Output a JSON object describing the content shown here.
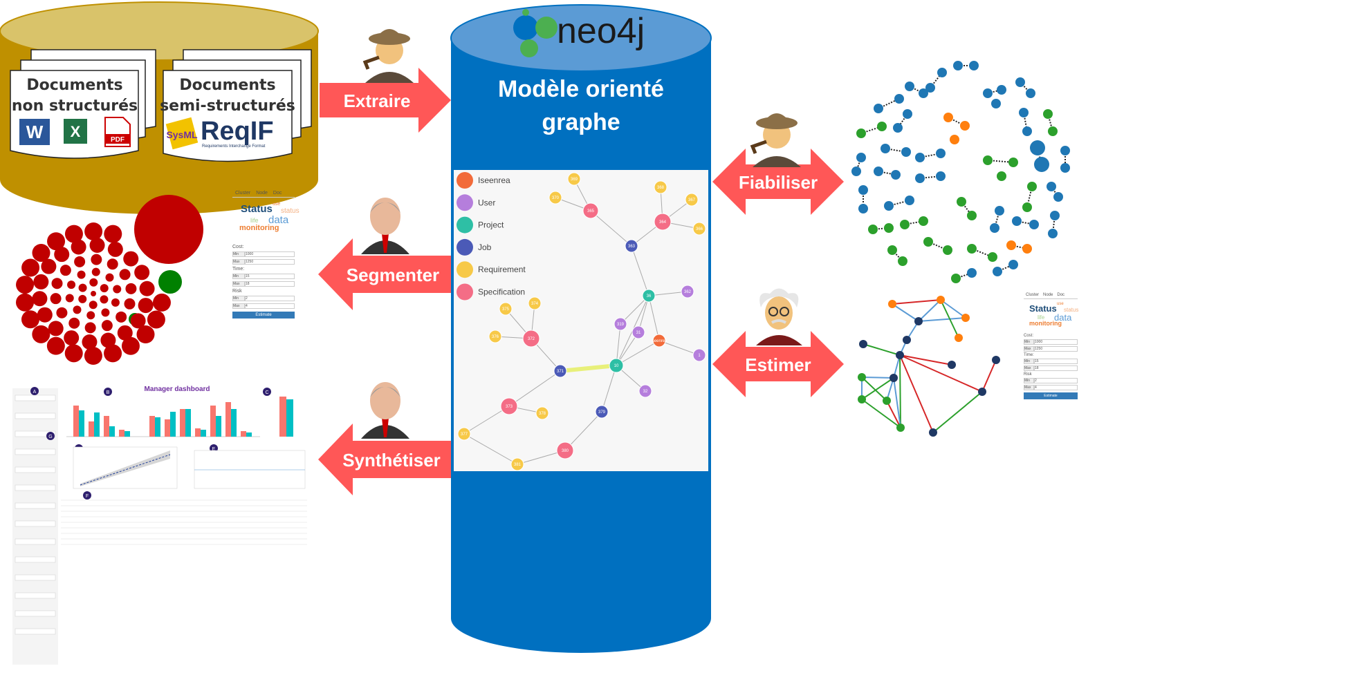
{
  "sources": {
    "unstructured": {
      "line1": "Documents",
      "line2": "non structurés"
    },
    "semistructured": {
      "line1": "Documents",
      "line2": "semi-structurés"
    },
    "icons": [
      "word-icon",
      "excel-icon",
      "pdf-icon",
      "sysml-icon",
      "reqif-icon"
    ],
    "reqif_label": "ReqIF",
    "reqif_sub": "Requirements Interchange Format",
    "pdf_label": "PDF"
  },
  "actions": {
    "extraire": "Extraire",
    "segmenter": "Segmenter",
    "synthetiser": "Synthétiser",
    "fiabiliser": "Fiabiliser",
    "estimer": "Estimer"
  },
  "neo4j": {
    "logo_text": "neo4j",
    "title_line1": "Modèle orienté",
    "title_line2": "graphe"
  },
  "legend": [
    {
      "label": "Iseenrea",
      "color": "#f26b3a"
    },
    {
      "label": "User",
      "color": "#b57edc"
    },
    {
      "label": "Project",
      "color": "#2ebfa5"
    },
    {
      "label": "Job",
      "color": "#4b5ab7"
    },
    {
      "label": "Requirement",
      "color": "#f7c948"
    },
    {
      "label": "Specification",
      "color": "#f46d86"
    }
  ],
  "graph_nodes": [
    {
      "id": "369",
      "type": "Requirement"
    },
    {
      "id": "370",
      "type": "Requirement"
    },
    {
      "id": "365",
      "type": "Specification"
    },
    {
      "id": "368",
      "type": "Requirement"
    },
    {
      "id": "367",
      "type": "Requirement"
    },
    {
      "id": "364",
      "type": "Specification"
    },
    {
      "id": "366",
      "type": "Requirement"
    },
    {
      "id": "363",
      "type": "Job"
    },
    {
      "id": "36",
      "type": "Project"
    },
    {
      "id": "362",
      "type": "User"
    },
    {
      "id": "375",
      "type": "Requirement"
    },
    {
      "id": "374",
      "type": "Requirement"
    },
    {
      "id": "372",
      "type": "Specification"
    },
    {
      "id": "376",
      "type": "Requirement"
    },
    {
      "id": "319",
      "type": "User"
    },
    {
      "id": "31",
      "type": "User"
    },
    {
      "id": "iseenrea",
      "type": "Iseenrea"
    },
    {
      "id": "1",
      "type": "User"
    },
    {
      "id": "371",
      "type": "Job"
    },
    {
      "id": "10",
      "type": "Project"
    },
    {
      "id": "32",
      "type": "User"
    },
    {
      "id": "373",
      "type": "Specification"
    },
    {
      "id": "378",
      "type": "Requirement"
    },
    {
      "id": "379",
      "type": "Job"
    },
    {
      "id": "377",
      "type": "Requirement"
    },
    {
      "id": "380",
      "type": "Specification"
    },
    {
      "id": "381",
      "type": "Requirement"
    }
  ],
  "segment_panel": {
    "tabs": [
      "Cluster",
      "Node",
      "Doc"
    ],
    "words": [
      "Status",
      "use",
      "status",
      "life",
      "data",
      "monitoring"
    ],
    "cost_label": "Cost:",
    "time_label": "Time:",
    "risk_label": "Risk",
    "min": "Min",
    "max": "Max",
    "cost_min": "1000",
    "cost_max": "1250",
    "time_min": "15",
    "time_max": "18",
    "risk_min": "2",
    "risk_max": "4",
    "button": "Estimate"
  },
  "estimate_panel": {
    "tabs": [
      "Cluster",
      "Node",
      "Doc"
    ],
    "words": [
      "Status",
      "use",
      "status",
      "life",
      "data",
      "monitoring"
    ],
    "cost_label": "Cost:",
    "time_label": "Time:",
    "risk_label": "Risk",
    "min": "Min",
    "max": "Max",
    "cost_min": "1000",
    "cost_max": "1250",
    "time_min": "15",
    "time_max": "18",
    "risk_min": "2",
    "risk_max": "4",
    "button": "Estimate"
  },
  "dashboard": {
    "title": "Manager dashboard",
    "panels": [
      "A",
      "B",
      "C",
      "D",
      "E",
      "F",
      "G"
    ]
  },
  "colors": {
    "gold": "#bf9000",
    "gold_top": "#d9c36a",
    "cylinder": "#0070c0",
    "cylinder_top": "#5b9bd5",
    "arrow": "#ff5757",
    "red_bubble": "#c00000",
    "green_bubble": "#008000"
  }
}
